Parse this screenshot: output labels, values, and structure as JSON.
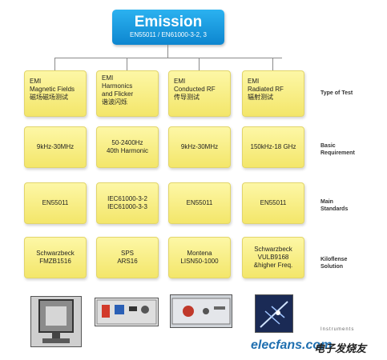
{
  "header": {
    "title": "Emission",
    "subtitle": "EN55011 / EN61000-3-2, 3"
  },
  "row_labels": {
    "type_of_test": "Type of Test",
    "basic_requirement": "Basic\nRequirement",
    "main_standards": "Main\nStandards",
    "solution": "Kiloflense\nSolution"
  },
  "columns": [
    {
      "test": "EMI\nMagnetic Fields\n磁场磁场测试",
      "requirement": "9kHz-30MHz",
      "standard": "EN55011",
      "solution": "Schwarzbeck\nFMZB1516"
    },
    {
      "test": "EMI\nHarmonics\nand Flicker\n谐波闪烁",
      "requirement": "50-2400Hz\n40th Harmonic",
      "standard": "IEC61000-3-2\nIEC61000-3-3",
      "solution": "SPS\nARS16"
    },
    {
      "test": "EMI\nConducted RF\n传导测试",
      "requirement": "9kHz-30MHz",
      "standard": "EN55011",
      "solution": "Montena\nLISN50-1000"
    },
    {
      "test": "EMI\nRadiated RF\n辐射测试",
      "requirement": "150kHz-18 GHz",
      "standard": "EN55011",
      "solution": "Schwarzbeck\nVULB9168\n&higher Freq."
    }
  ],
  "footer": {
    "note": "Instruments",
    "logo": "elecfans.com",
    "logo_cn": "电子发烧友"
  },
  "colors": {
    "header_blue": "#1a9be0",
    "box_yellow": "#f8ef8a",
    "logo_blue": "#1f6fb0"
  }
}
